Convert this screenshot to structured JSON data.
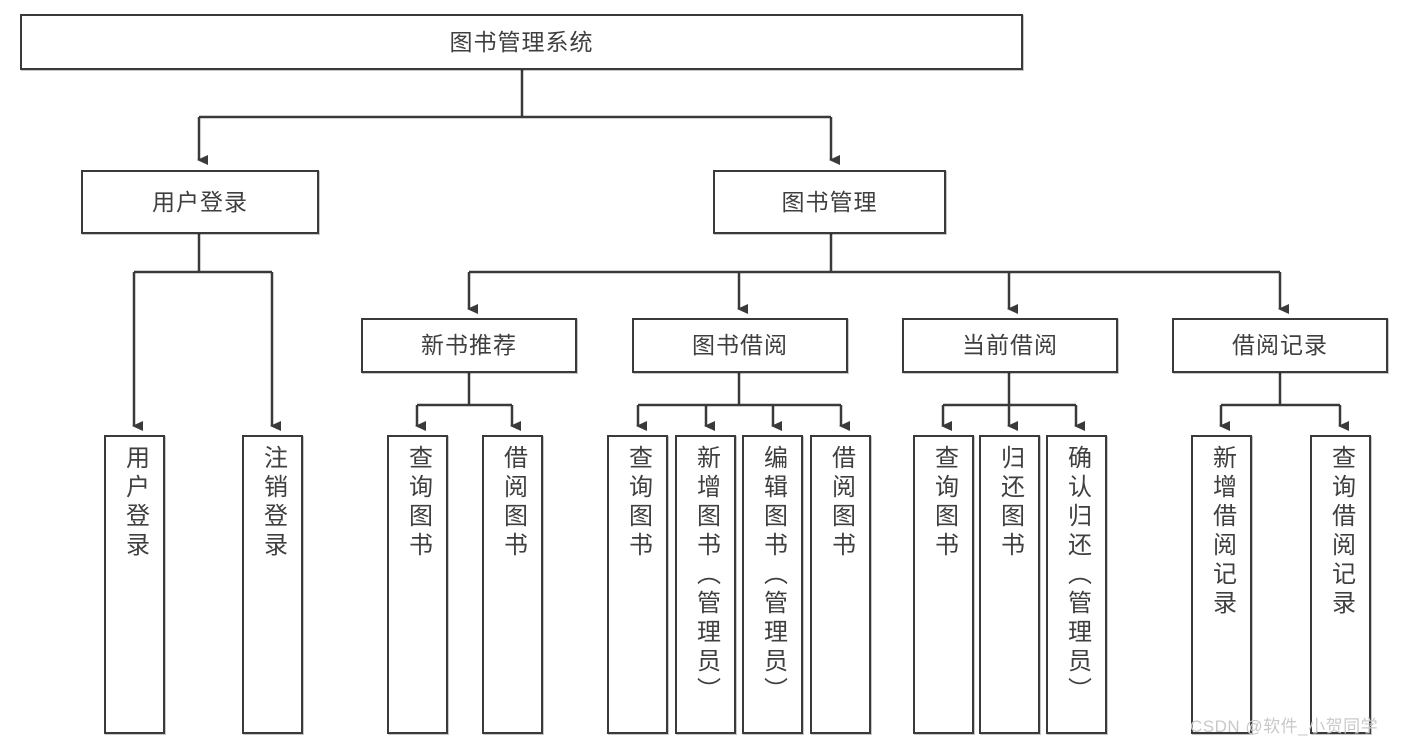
{
  "diagram": {
    "title": "图书管理系统",
    "watermark": "CSDN @软件_小贺同学",
    "theme": {
      "box_border": "#3a3a3a",
      "text": "#3f3f3f",
      "background": "#ffffff",
      "watermark_color": "#c9c9c9"
    },
    "root": {
      "label": "图书管理系统"
    },
    "level2": [
      {
        "label": "用户登录"
      },
      {
        "label": "图书管理"
      }
    ],
    "level3": [
      {
        "label": "新书推荐"
      },
      {
        "label": "图书借阅"
      },
      {
        "label": "当前借阅"
      },
      {
        "label": "借阅记录"
      }
    ],
    "leaves": {
      "user_login": [
        {
          "label": "用户登录"
        },
        {
          "label": "注销登录"
        }
      ],
      "new_book_recommend": [
        {
          "label": "查询图书"
        },
        {
          "label": "借阅图书"
        }
      ],
      "book_borrow": [
        {
          "label": "查询图书"
        },
        {
          "label": "新增图书（管理员）"
        },
        {
          "label": "编辑图书（管理员）"
        },
        {
          "label": "借阅图书"
        }
      ],
      "current_borrow": [
        {
          "label": "查询图书"
        },
        {
          "label": "归还图书"
        },
        {
          "label": "确认归还（管理员）"
        }
      ],
      "borrow_record": [
        {
          "label": "新增借阅记录"
        },
        {
          "label": "查询借阅记录"
        }
      ]
    }
  }
}
